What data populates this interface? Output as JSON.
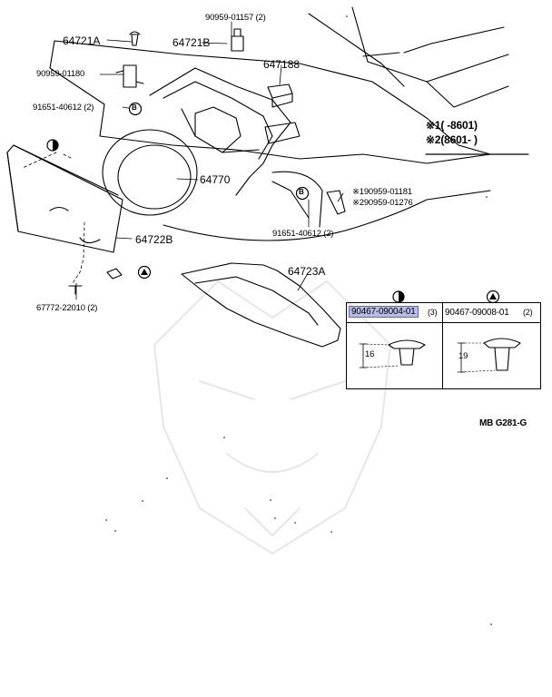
{
  "diagram": {
    "code": "MB  G281-G",
    "callouts": {
      "p64721a": "64721A",
      "p64721b": "64721B",
      "p647188": "647188",
      "p64770": "64770",
      "p64722b": "64722B",
      "p64723a": "64723A",
      "b90959_01157": "90959-01157 (2)",
      "b90959_01180": "90959-01180",
      "b91651_40612_left": "91651-40612 (2)",
      "b91651_40612_right": "91651-40612 (2)",
      "b67772_22010": "67772-22010 (2)",
      "b90959_01181": "※190959-01181",
      "b90959_01276": "※290959-01276"
    },
    "legend": {
      "row1": "※1(      -8601)",
      "row2": "※2(8601-       )"
    },
    "clips": [
      {
        "symbol": "half-circle",
        "part_number": "90467-09004-01",
        "qty": "(3)",
        "dimension": "16",
        "selected": true
      },
      {
        "symbol": "triangle",
        "part_number": "90467-09008-01",
        "qty": "(2)",
        "dimension": "19",
        "selected": false
      }
    ],
    "callout_symbols": {
      "left_bolt": "B",
      "right_bolt": "B"
    }
  }
}
